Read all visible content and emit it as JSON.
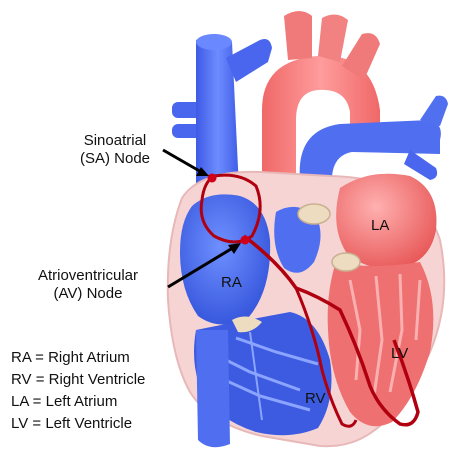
{
  "labels": {
    "sa_node_line1": "Sinoatrial",
    "sa_node_line2": "(SA) Node",
    "av_node_line1": "Atrioventricular",
    "av_node_line2": "(AV) Node"
  },
  "chambers": {
    "ra": "RA",
    "rv": "RV",
    "la": "LA",
    "lv": "LV"
  },
  "legend": [
    "RA = Right Atrium",
    "RV = Right Ventricle",
    "LA = Left Atrium",
    "LV = Left Ventricle"
  ],
  "colors": {
    "deoxygenated_blue": "#4f6ff0",
    "oxygenated_red": "#f07070",
    "myocardium_pink": "#f6d6d6",
    "conduction_path": "#b00010",
    "valve": "#eedcc0"
  }
}
